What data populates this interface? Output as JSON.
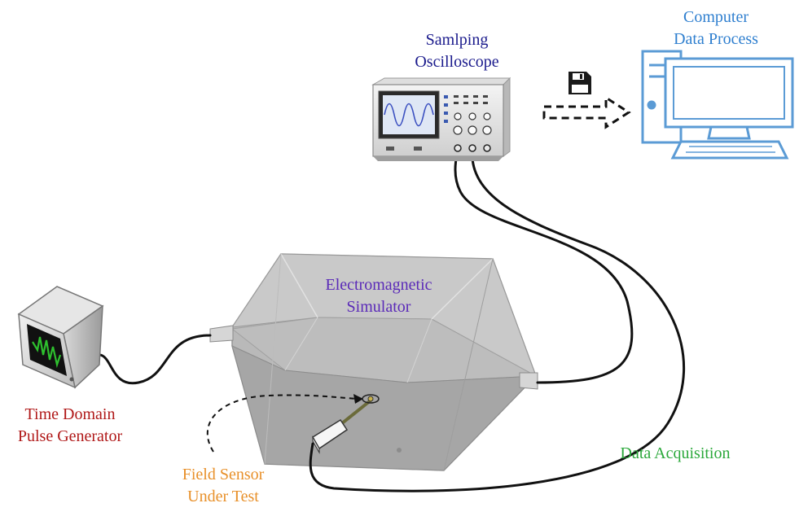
{
  "labels": {
    "oscilloscope": {
      "line1": "Samlping",
      "line2": "Oscilloscope"
    },
    "computer": {
      "line1": "Computer",
      "line2": "Data Process"
    },
    "simulator": {
      "line1": "Electromagnetic",
      "line2": "Simulator"
    },
    "pulse_generator": {
      "line1": "Time Domain",
      "line2": "Pulse Generator"
    },
    "field_sensor": {
      "line1": "Field Sensor",
      "line2": "Under Test"
    },
    "data_acquisition": "Data Acquisition"
  },
  "colors": {
    "oscilloscope_label": "#1a1a8c",
    "computer_label": "#2f7fcf",
    "simulator_label": "#5a2ab8",
    "pulse_generator_label": "#b01818",
    "field_sensor_label": "#e8902a",
    "data_acquisition_label": "#2aa83a",
    "computer_icon": "#5b9bd5",
    "cable": "#111111",
    "chamber": "#9a9a9a"
  },
  "icons": {
    "oscilloscope": "oscilloscope-icon",
    "computer": "desktop-computer-icon",
    "floppy": "floppy-disk-icon",
    "pulse_generator": "pulse-generator-monitor-icon",
    "chamber": "tem-cell-chamber-icon",
    "sensor": "field-sensor-probe-icon"
  }
}
